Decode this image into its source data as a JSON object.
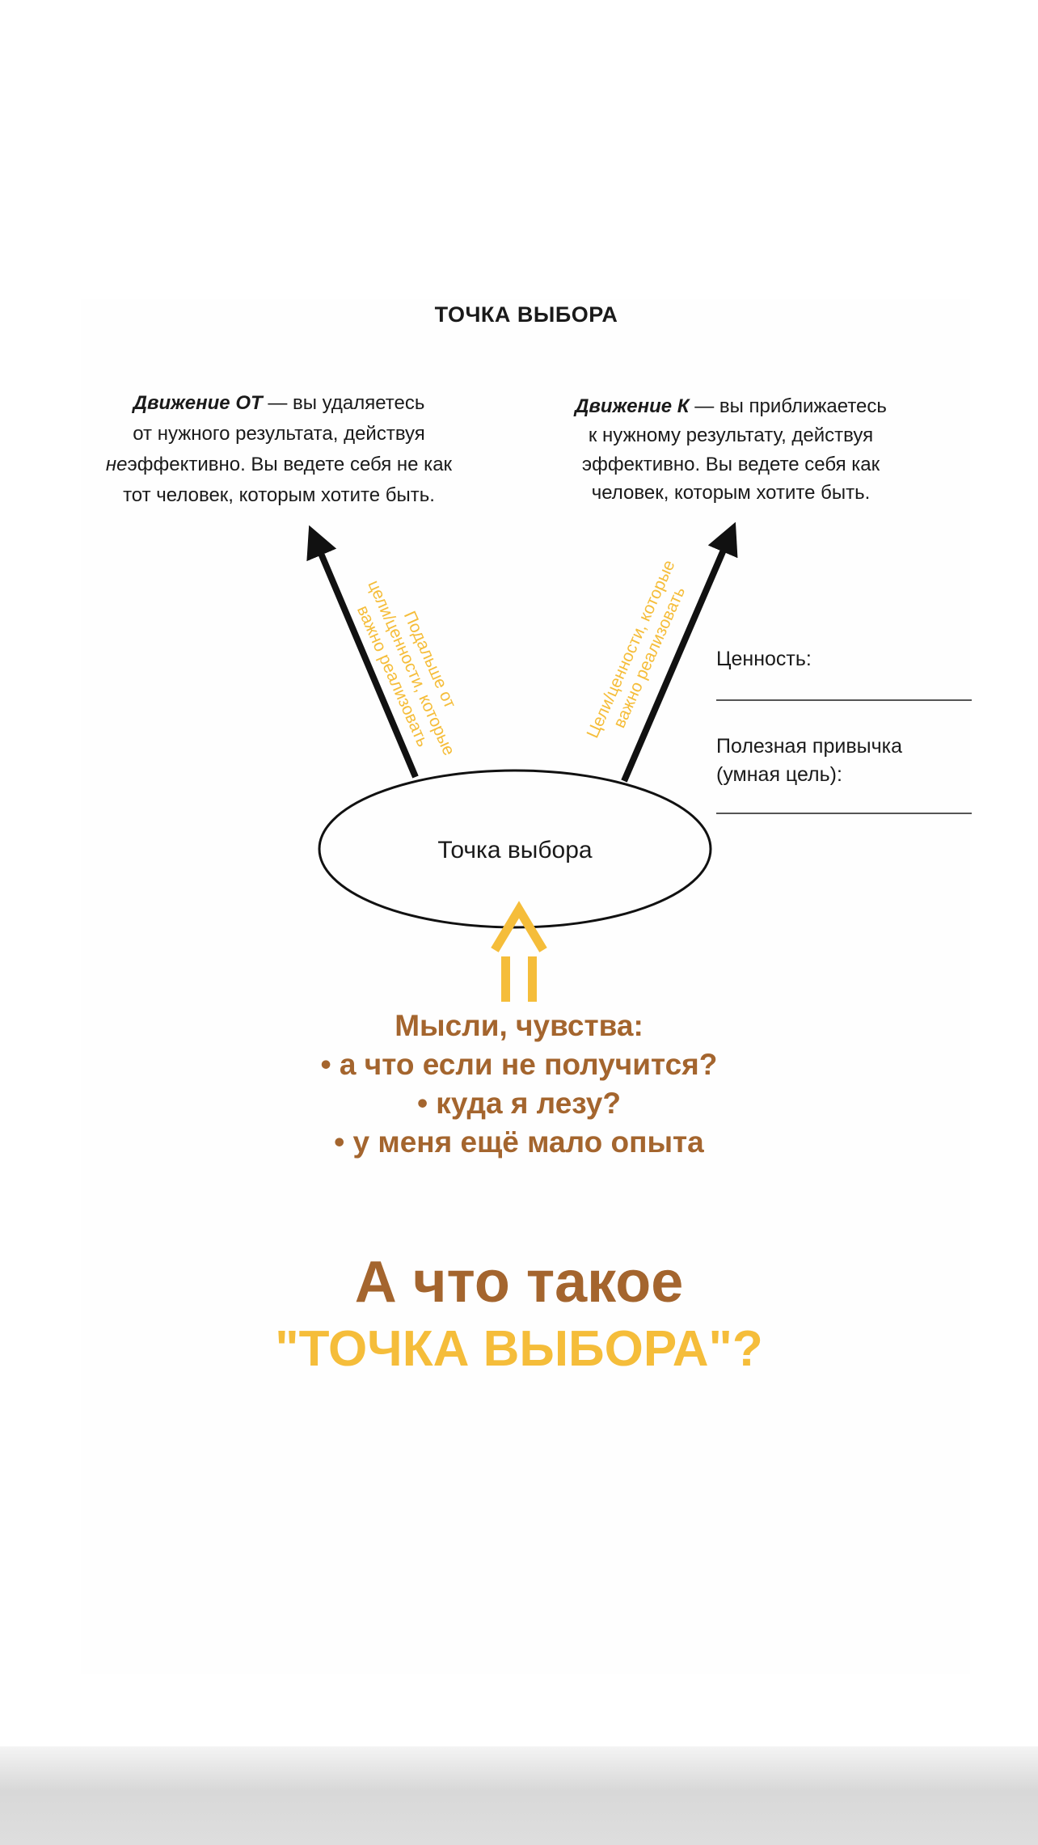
{
  "diagram": {
    "title": "ТОЧКА ВЫБОРА",
    "left_block": {
      "bold": "Движение ОТ",
      "line1_rest": " — вы удаляетесь",
      "line2": "от нужного результата, действуя",
      "line3_italic": "не",
      "line3_rest": "эффективно. Вы ведете себя не как",
      "line4": "тот человек, которым хотите быть."
    },
    "right_block": {
      "bold": "Движение К",
      "line1_rest": " — вы приближаетесь",
      "line2": "к нужному результату, действуя",
      "line3": "эффективно. Вы ведете себя как",
      "line4": "человек, которым хотите быть."
    },
    "value_label": "Ценность:",
    "habit_label_line1": "Полезная привычка",
    "habit_label_line2": "(умная цель):",
    "ellipse_label": "Точка выбора",
    "left_arrow_annotation": [
      "Подальше от",
      "цели/ценности, которые",
      "важно реализовать"
    ],
    "right_arrow_annotation": [
      "Цели/ценности, которые",
      "важно реализовать"
    ]
  },
  "thoughts": {
    "heading": "Мысли, чувства:",
    "items": [
      "• а что если не получится?",
      "• куда я лезу?",
      "• у меня ещё мало опыта"
    ]
  },
  "headline": {
    "line1": "А что такое",
    "line2": "\"ТОЧКА ВЫБОРА\"?"
  },
  "colors": {
    "brown": "#a4652e",
    "yellow": "#f5bd3a",
    "ink": "#1a1a1a"
  }
}
